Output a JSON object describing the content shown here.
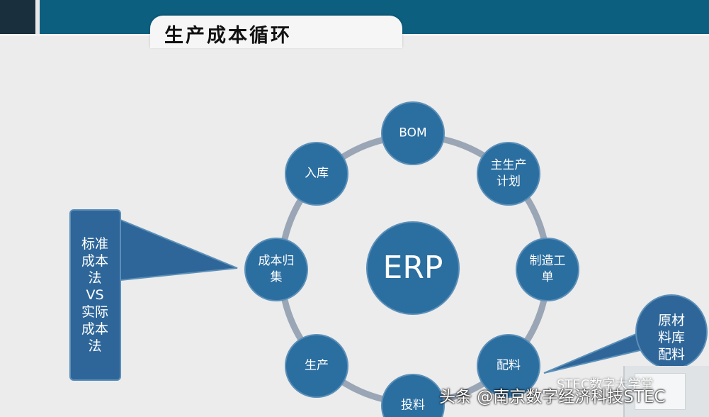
{
  "slide": {
    "title": "生产成本循环"
  },
  "diagram": {
    "center": {
      "label": "ERP"
    },
    "nodes": [
      {
        "id": "bom",
        "lines": [
          "BOM"
        ]
      },
      {
        "id": "mps",
        "lines": [
          "主生产",
          "计划"
        ]
      },
      {
        "id": "work-order",
        "lines": [
          "制造工",
          "单"
        ]
      },
      {
        "id": "material-prep",
        "lines": [
          "配料"
        ]
      },
      {
        "id": "feeding",
        "lines": [
          "投料"
        ]
      },
      {
        "id": "production",
        "lines": [
          "生产"
        ]
      },
      {
        "id": "cost-collection",
        "lines": [
          "成本归",
          "集"
        ]
      },
      {
        "id": "warehousing",
        "lines": [
          "入库"
        ]
      }
    ],
    "callouts": [
      {
        "id": "costing-method",
        "lines": [
          "标准",
          "成本",
          "法",
          "VS",
          "实际",
          "成本",
          "法"
        ],
        "points_to": "cost-collection"
      },
      {
        "id": "raw-material",
        "lines": [
          "原材",
          "料库",
          "配料"
        ],
        "points_to": "material-prep"
      }
    ],
    "colors": {
      "node_fill": "#2b6ea0",
      "node_stroke": "#5b8fb8",
      "ring": "#9aa6b5",
      "callout_fill": "#2e6699"
    }
  },
  "overlay": {
    "watermark_main": "头条 @南京数字经济科技STEC",
    "watermark_secondary": "STEC数字大学堂"
  }
}
